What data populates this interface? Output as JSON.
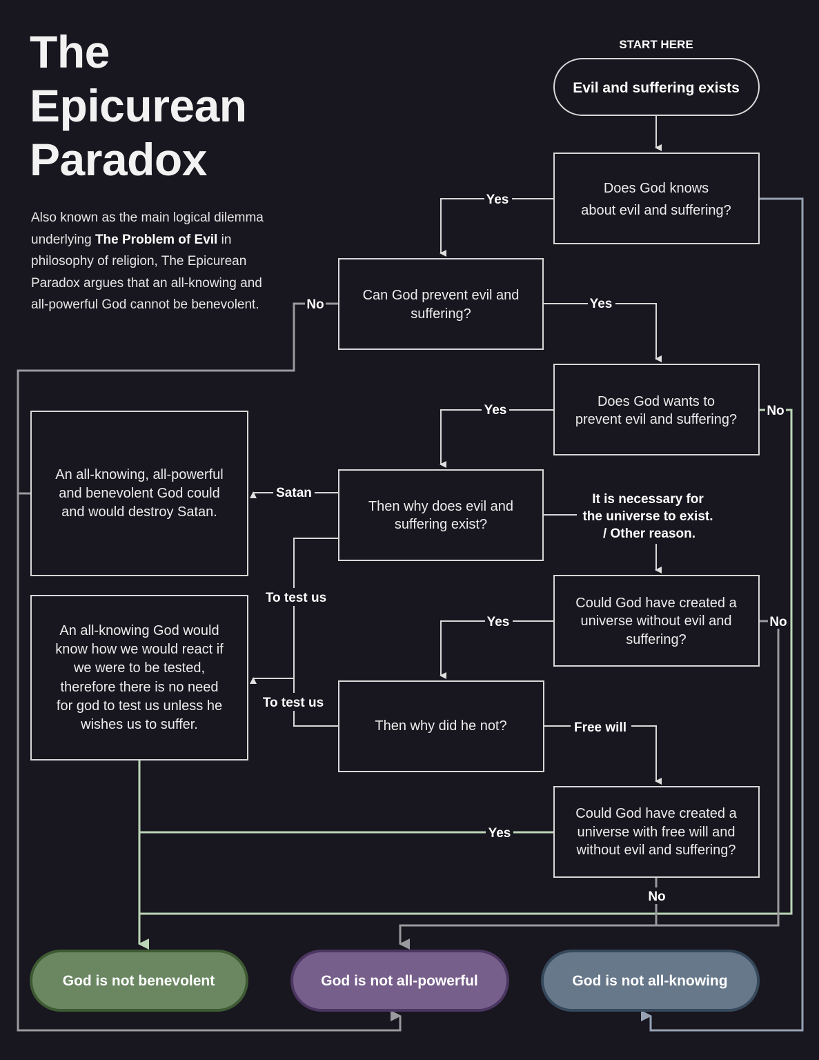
{
  "title": {
    "line1": "The",
    "line2": "Epicurean",
    "line3": "Paradox"
  },
  "intro": {
    "part1": "Also known as the main logical dilemma underlying ",
    "bold": "The Problem of Evil",
    "part2": " in philosophy of religion, The Epicurean Paradox argues that an all-knowing and all-powerful God cannot be benevolent."
  },
  "colors": {
    "background": "#18161e",
    "benevolent": "#6b8762",
    "powerful": "#775f8b",
    "knowing": "#67788a",
    "line_green": "#bcd6b8",
    "line_gray": "#9a9a9e",
    "line_blue": "#96a2b4"
  },
  "start": {
    "caption": "START HERE",
    "label": "Evil and suffering exists"
  },
  "nodes": {
    "knows": [
      "Does God knows",
      "about evil and suffering?"
    ],
    "can_prevent": [
      "Can God prevent evil and",
      "suffering?"
    ],
    "wants": [
      "Does God wants to",
      "prevent evil and suffering?"
    ],
    "why_exist": [
      "Then why does evil and",
      "suffering exist?"
    ],
    "satan": [
      "An all-knowing, all-powerful",
      "and benevolent God could",
      "and would destroy Satan."
    ],
    "test": [
      "An all-knowing God would",
      "know how we would react if",
      "we were to be tested,",
      "therefore there is no need",
      "for god to test us unless he",
      "wishes us to suffer."
    ],
    "could_without": [
      "Could God have created a",
      "universe without evil and",
      "suffering?"
    ],
    "why_not": [
      "Then why did he not?"
    ],
    "free_will_q": [
      "Could God have created a",
      "universe with free will and",
      "without evil and suffering?"
    ]
  },
  "edge_labels": {
    "knows_yes": "Yes",
    "can_no": "No",
    "can_yes": "Yes",
    "wants_yes": "Yes",
    "wants_no": "No",
    "satan": "Satan",
    "necessary": [
      "It is necessary for",
      "the universe to exist.",
      "/ Other reason."
    ],
    "test1": "To test us",
    "test2": "To test us",
    "without_yes": "Yes",
    "without_no": "No",
    "free_will": "Free will",
    "fw_yes": "Yes",
    "fw_no": "No"
  },
  "outcomes": {
    "benevolent": "God is not benevolent",
    "powerful": "God is not all-powerful",
    "knowing": "God is not all-knowing"
  }
}
